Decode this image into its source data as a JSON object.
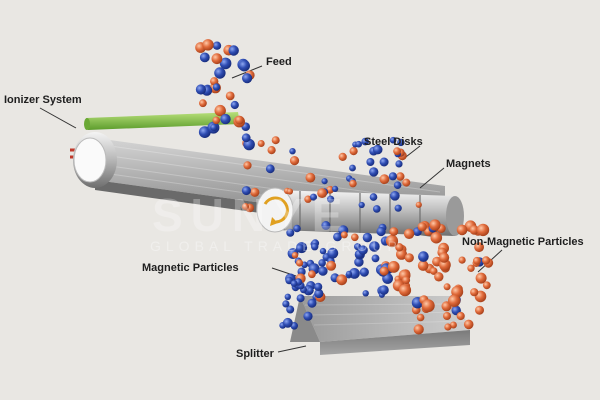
{
  "labels": {
    "feed": "Feed",
    "ionizer": "Ionizer System",
    "steel_disks": "Steel Disks",
    "magnets": "Magnets",
    "non_magnetic": "Non-Magnetic Particles",
    "magnetic": "Magnetic Particles",
    "splitter": "Splitter"
  },
  "watermark": {
    "brand": "SUNYE",
    "tagline": "GLOBAL TRADE GROUP"
  },
  "colors": {
    "magnetic_particle": "#2f4db3",
    "non_magnetic_particle": "#e06a3a",
    "ionizer_bar": "#7fc241",
    "ionizer_wire": "#c0392b",
    "rotation_arrow": "#e0a020",
    "background": "#e9e7e3"
  }
}
